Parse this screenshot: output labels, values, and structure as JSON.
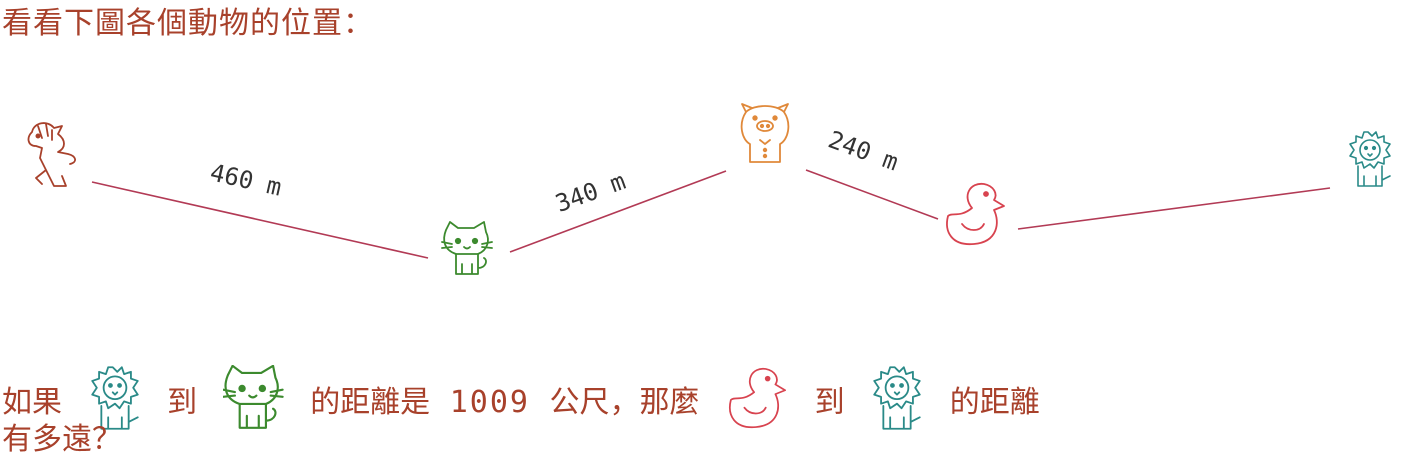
{
  "title": "看看下圖各個動物的位置：",
  "distances": {
    "zebra_cat": "460 m",
    "cat_pig": "340 m",
    "pig_duck": "240 m"
  },
  "question": {
    "part1": "如果",
    "part2": "到",
    "part3": "的距離是",
    "value": "1009",
    "part4": "公尺，那麼",
    "part5": "到",
    "part6": "的距離",
    "part7": "有多遠？"
  },
  "icons": [
    "zebra-icon",
    "cat-icon",
    "pig-icon",
    "duck-icon",
    "lion-icon"
  ],
  "colors": {
    "text": "#a8412b",
    "line": "#b23a55",
    "zebra": "#a8412b",
    "cat": "#3c8a2e",
    "pig": "#e0893a",
    "duck": "#d8434f",
    "lion": "#2a8a88"
  }
}
